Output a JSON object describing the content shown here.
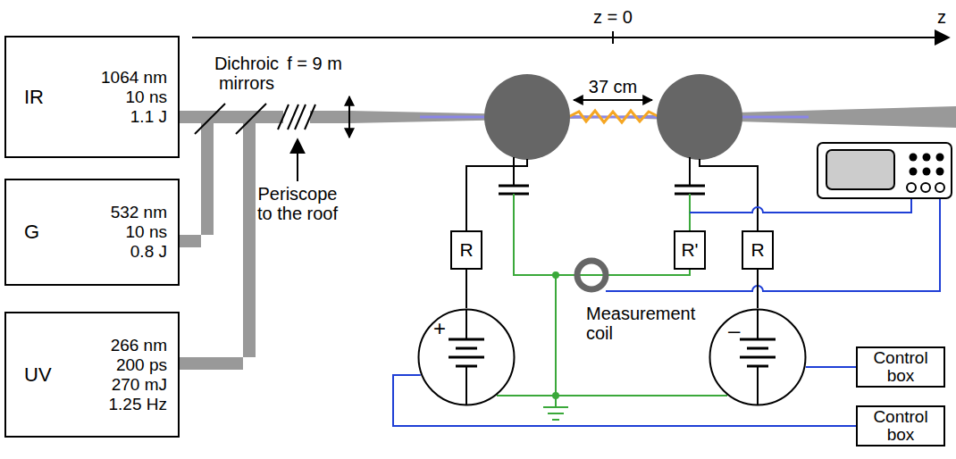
{
  "diagram": {
    "nodes": [
      {
        "text": [
          "IR",
          "1064 nm 10 ns 1.1 J"
        ]
      },
      {
        "text": [
          "G",
          "532 nm 10 ns 0.8 J"
        ]
      },
      {
        "text": [
          "UV",
          "266 nm 200 ps 270 mJ 1.25 Hz"
        ]
      },
      {
        "text": [
          "R"
        ]
      },
      {
        "text": [
          "R'"
        ]
      },
      {
        "text": [
          "R"
        ]
      },
      {
        "text": [
          "+"
        ]
      },
      {
        "text": [
          "–"
        ]
      },
      {
        "text": [
          "Control box"
        ]
      },
      {
        "text": [
          "Control box"
        ]
      }
    ],
    "edges": [
      {
        "from": 3,
        "to": 6,
        "arrow": "none"
      },
      {
        "from": 5,
        "to": 7,
        "arrow": "none"
      },
      {
        "from": 8,
        "to": 7,
        "arrow": "none"
      },
      {
        "from": 9,
        "to": 6,
        "arrow": "none"
      }
    ],
    "labels": [
      "z = 0",
      "z",
      "37 cm",
      "Dichroic mirrors",
      "f = 9 m",
      "Periscope to the roof",
      "Measurement coil"
    ]
  }
}
